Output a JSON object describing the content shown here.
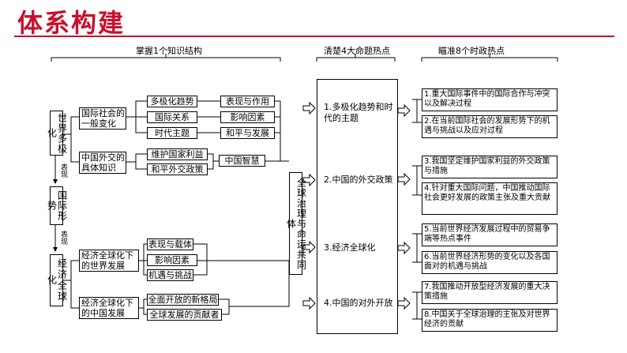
{
  "title": "体系构建",
  "headers": {
    "structure": "掌握1个知识结构",
    "hotspots4": "清楚4大命题热点",
    "hotspots8": "瞄准8个时政热点"
  },
  "left": {
    "world": "世界多极化",
    "situation": "国际形势",
    "economy": "经济全球化",
    "rel1": "表现",
    "rel2": "表现"
  },
  "level2": {
    "intl_society": "国际社会的一般变化",
    "diplomacy": "中国外交的具体知识",
    "econ_world": "经济全球化下的世界发展",
    "econ_china": "经济全球化下的中国发展"
  },
  "level3": {
    "a1": "多极化趋势",
    "a2": "国际关系",
    "a3": "时代主题",
    "b1": "维护国家利益",
    "b2": "和平外交政策",
    "c1": "表现与载体",
    "c2": "影响因素",
    "c3": "机遇与挑战",
    "d1": "全面开放的新格局",
    "d2": "全球发展的贡献者"
  },
  "level4": {
    "a1": "表现与作用",
    "a2": "影响因素",
    "a3": "和平与发展",
    "b": "中国智慧"
  },
  "governance": "全球治理与命运共同体",
  "topics": [
    "1.多极化趋势和时代的主题",
    "2.中国的外交政策",
    "3.经济全球化",
    "4.中国的对外开放"
  ],
  "hot": [
    "1.重大国际事件中的国际合作与冲突以及解决过程",
    "2.在当前国际社会的发展形势下的机遇与挑战以及应对过程",
    "3.我国坚定维护国家利益的外交政策与措施",
    "4.针对重大国际问题，中国推动国际社会更好发展的政策主张及重大贡献",
    "5.当前世界经济发展过程中的贸易争端等热点事件",
    "6.当前世界经济形势的变化以及各国面对的机遇与挑战",
    "7.我国推动开放型经济发展的重大决策措施",
    "8.中国关于全球治理的主张及对世界经济的贡献"
  ],
  "colors": {
    "title": "#c8102e",
    "rule": "#c8102e",
    "lines": "#000000"
  }
}
